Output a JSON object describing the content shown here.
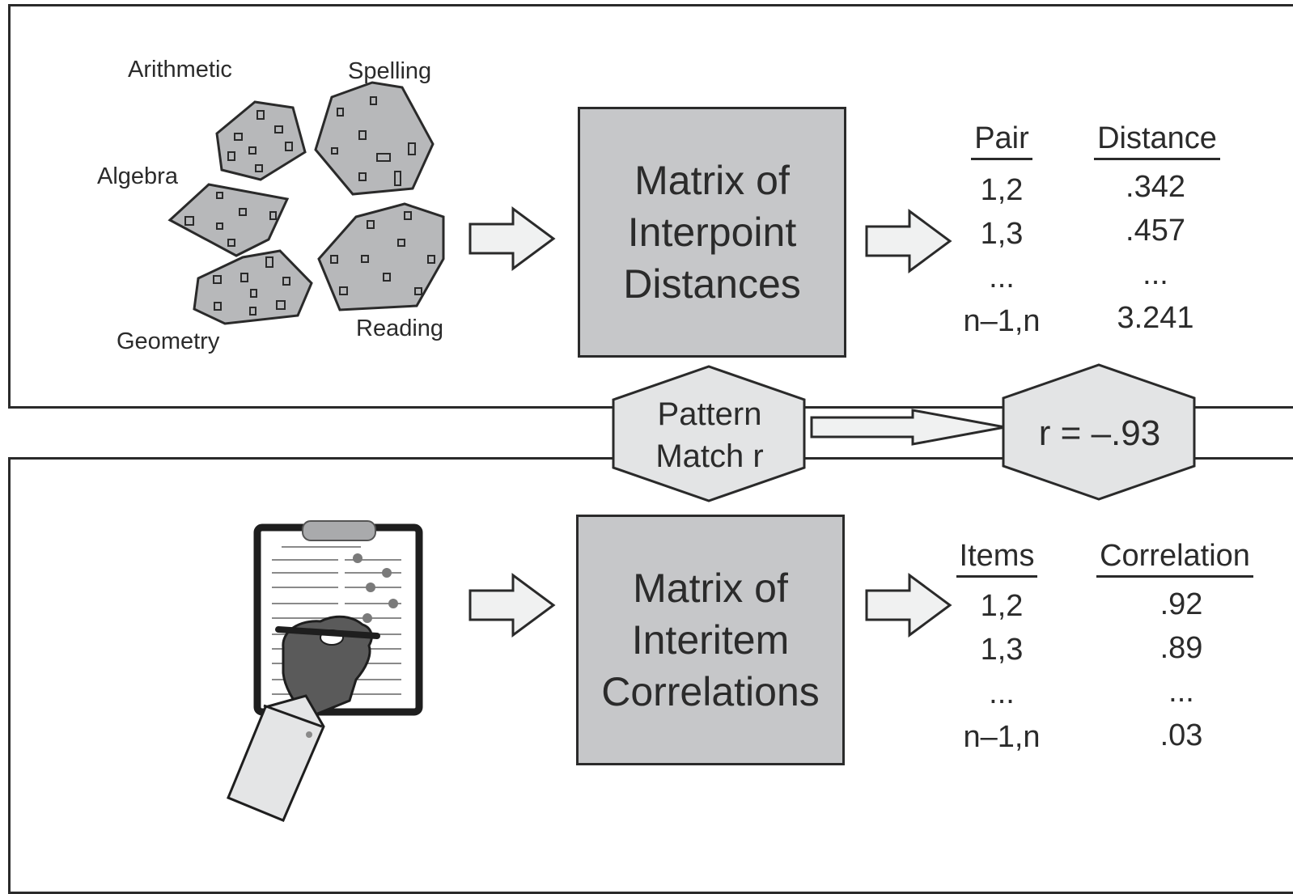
{
  "top": {
    "clusters": {
      "arithmetic": "Arithmetic",
      "spelling": "Spelling",
      "algebra": "Algebra",
      "geometry": "Geometry",
      "reading": "Reading"
    },
    "matrix_lines": [
      "Matrix of",
      "Interpoint",
      "Distances"
    ],
    "table": {
      "col1_header": "Pair",
      "col2_header": "Distance",
      "pairs": [
        "1,2",
        "1,3",
        "...",
        "n–1,n"
      ],
      "distances": [
        ".342",
        ".457",
        "...",
        "3.241"
      ]
    }
  },
  "middle": {
    "pattern_match_lines": [
      "Pattern",
      "Match r"
    ],
    "result": "r = –.93"
  },
  "bottom": {
    "matrix_lines": [
      "Matrix of",
      "Interitem",
      "Correlations"
    ],
    "table": {
      "col1_header": "Items",
      "col2_header": "Correlation",
      "items": [
        "1,2",
        "1,3",
        "...",
        "n–1,n"
      ],
      "correlations": [
        ".92",
        ".89",
        "...",
        ".03"
      ]
    }
  },
  "colors": {
    "box_fill": "#c6c7c9",
    "arrow_fill": "#f0f1f1",
    "hex_fill": "#e3e4e5",
    "outline": "#2a2a2a"
  }
}
